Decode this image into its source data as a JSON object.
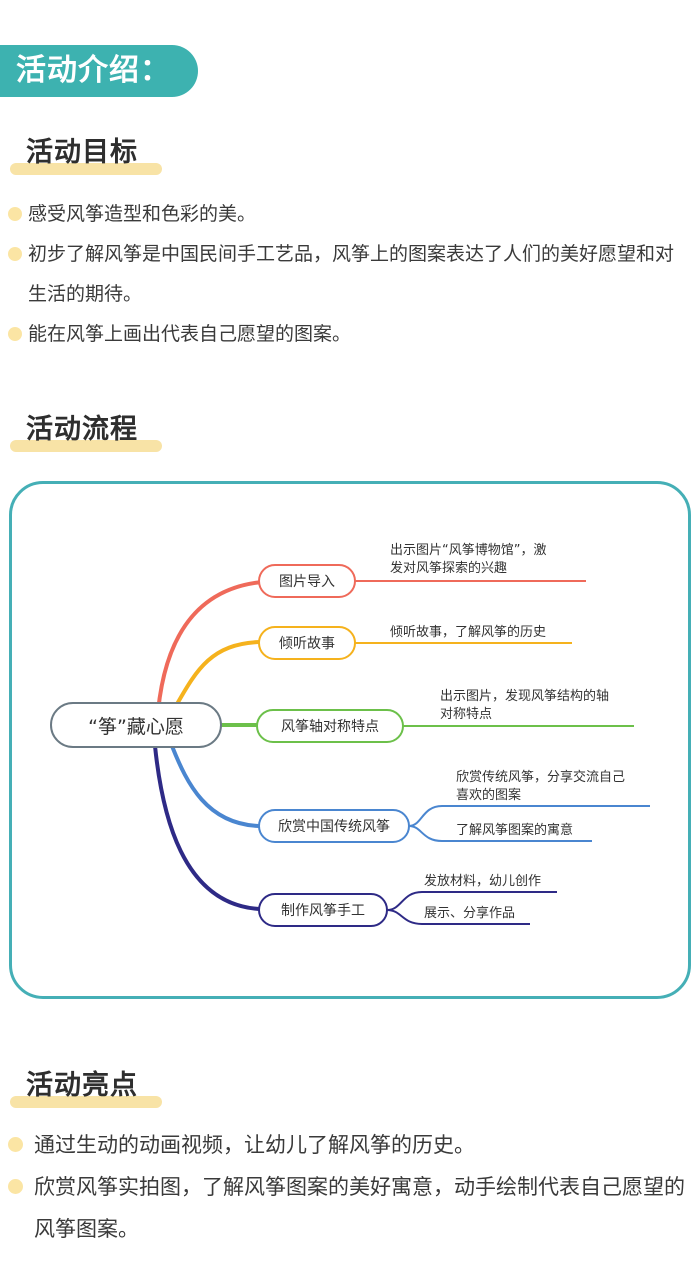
{
  "header": {
    "title": "活动介绍："
  },
  "goals": {
    "title": "活动目标",
    "items": [
      "感受风筝造型和色彩的美。",
      "初步了解风筝是中国民间手工艺品，风筝上的图案表达了人们的美好愿望和对生活的期待。",
      "能在风筝上画出代表自己愿望的图案。"
    ]
  },
  "process": {
    "title": "活动流程",
    "center": "“筝”藏心愿",
    "branches": [
      {
        "label": "图片导入",
        "color": "#ef6a5a",
        "notes": [
          "出示图片“风筝博物馆”，激",
          "发对风筝探索的兴趣"
        ]
      },
      {
        "label": "倾听故事",
        "color": "#f5b21d",
        "notes": [
          "倾听故事，了解风筝的历史"
        ]
      },
      {
        "label": "风筝轴对称特点",
        "color": "#6cc04a",
        "notes": [
          "出示图片，发现风筝结构的轴",
          "对称特点"
        ]
      },
      {
        "label": "欣赏中国传统风筝",
        "color": "#4a86d0",
        "notes": [
          "欣赏传统风筝，分享交流自己",
          "喜欢的图案",
          "了解风筝图案的寓意"
        ]
      },
      {
        "label": "制作风筝手工",
        "color": "#2e2a86",
        "notes": [
          "发放材料，幼儿创作",
          "展示、分享作品"
        ]
      }
    ]
  },
  "highlights": {
    "title": "活动亮点",
    "items": [
      "通过生动的动画视频，让幼儿了解风筝的历史。",
      "欣赏风筝实拍图，了解风筝图案的美好寓意，动手绘制代表自己愿望的风筝图案。"
    ]
  },
  "colors": {
    "accent": "#3db2b0",
    "highlight": "#f8e3a6",
    "border": "#45afb6"
  }
}
